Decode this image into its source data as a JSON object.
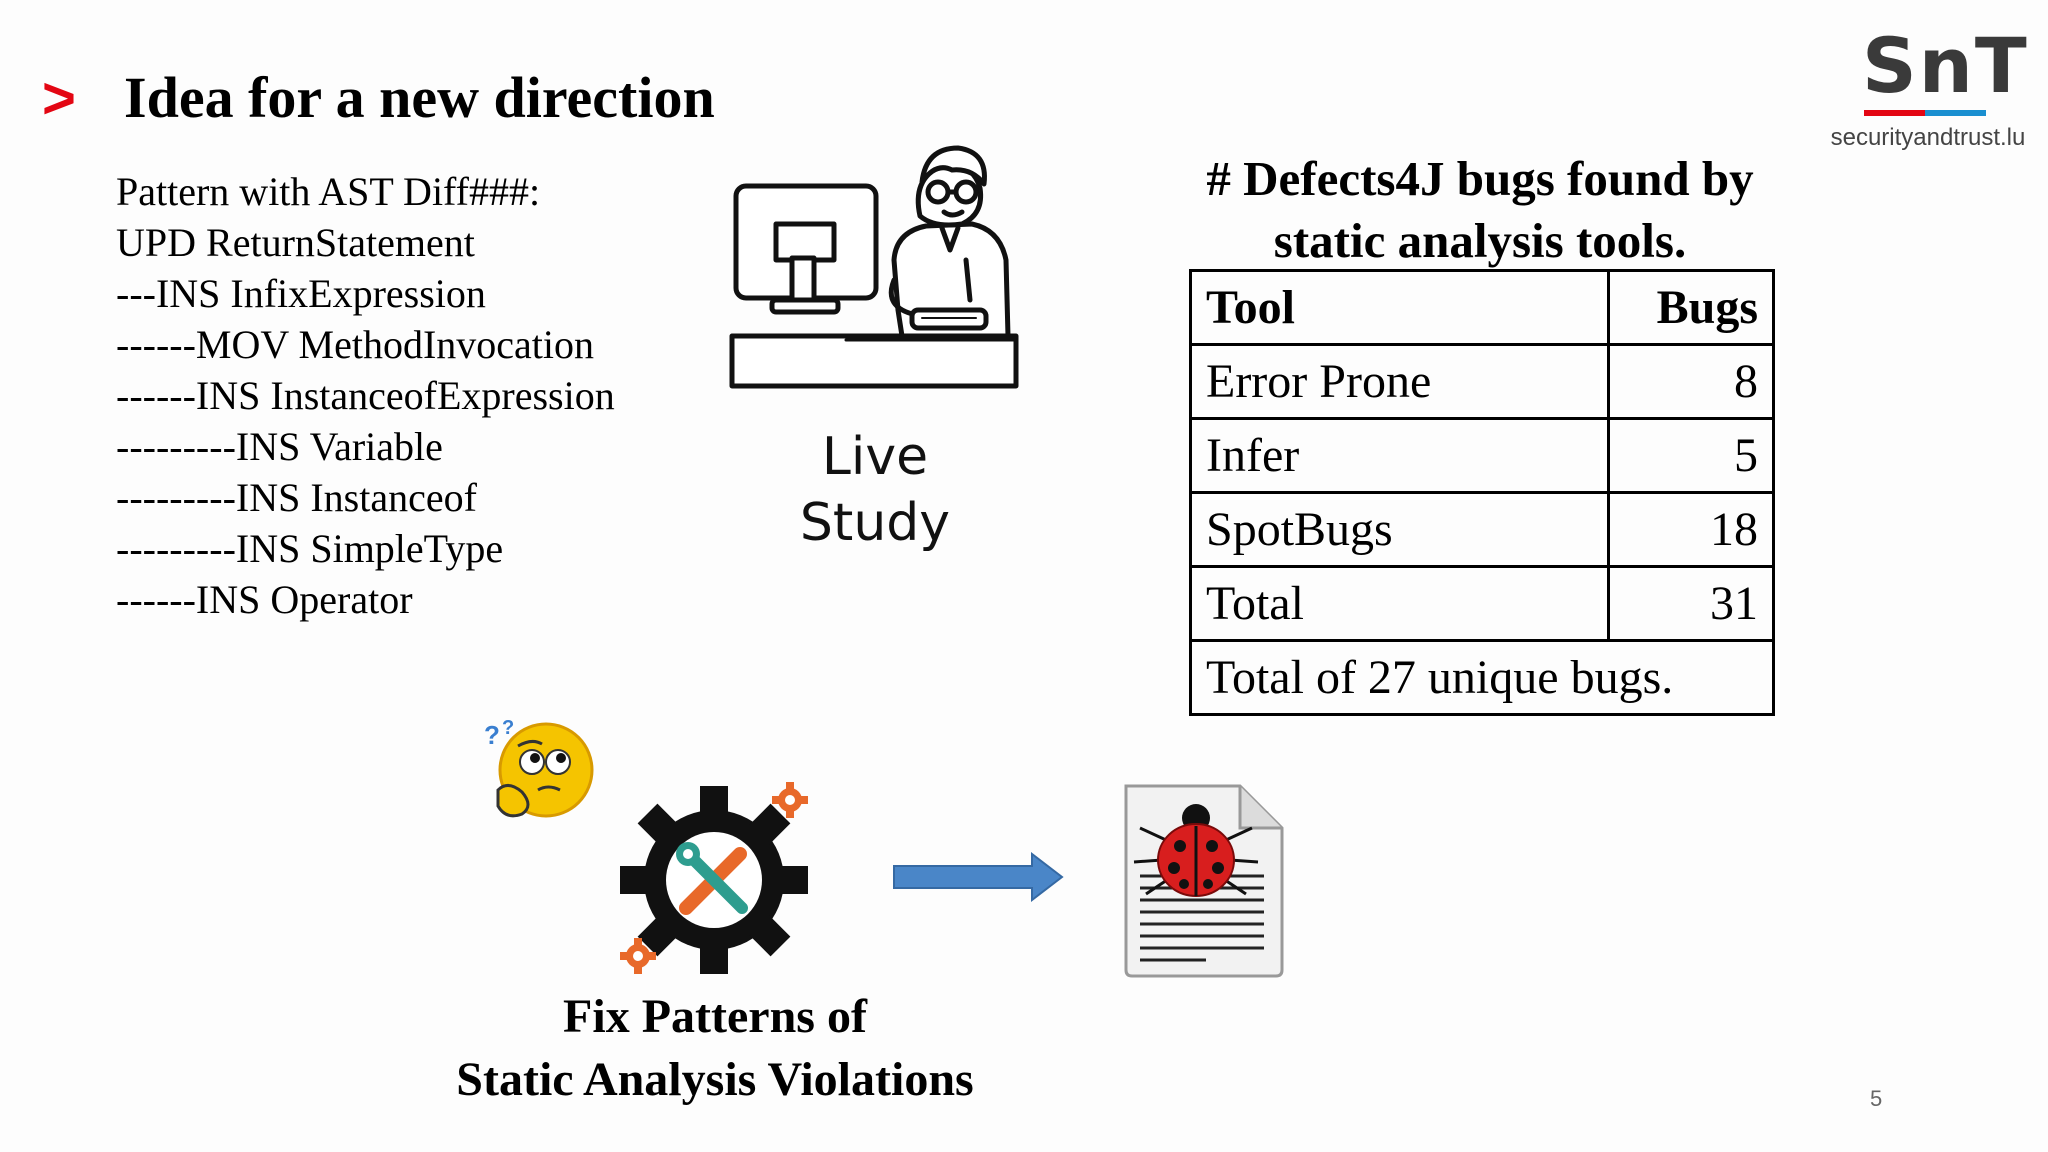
{
  "slide": {
    "title": "Idea for a new direction",
    "page_number": "5"
  },
  "logo": {
    "mark": "SnT",
    "url": "securityandtrust.lu"
  },
  "pattern": {
    "lines": [
      "Pattern with AST Diff###:",
      "UPD ReturnStatement",
      "---INS InfixExpression",
      "------MOV MethodInvocation",
      "------INS InstanceofExpression",
      "---------INS Variable",
      "---------INS Instanceof",
      "---------INS SimpleType",
      "------INS Operator"
    ]
  },
  "live_study": {
    "line1": "Live",
    "line2": "Study"
  },
  "defects4j": {
    "title_line1": "# Defects4J bugs found by",
    "title_line2": "static analysis tools.",
    "header": {
      "tool": "Tool",
      "bugs": "Bugs"
    },
    "rows": [
      {
        "tool": "Error Prone",
        "bugs": "8"
      },
      {
        "tool": "Infer",
        "bugs": "5"
      },
      {
        "tool": "SpotBugs",
        "bugs": "18"
      },
      {
        "tool": "Total",
        "bugs": "31"
      }
    ],
    "footer": "Total of 27 unique bugs."
  },
  "fix_patterns": {
    "line1": "Fix Patterns of",
    "line2": "Static Analysis Violations"
  },
  "colors": {
    "accent_red": "#e30613",
    "arrow_blue": "#4a86c8",
    "gear_orange": "#e8692a",
    "ladybug_red": "#d81e1e"
  }
}
